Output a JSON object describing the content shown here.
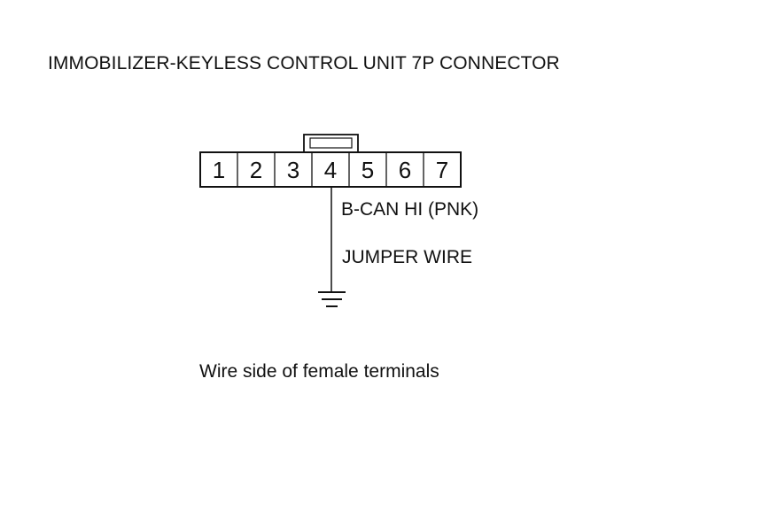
{
  "diagram": {
    "title": "IMMOBILIZER-KEYLESS CONTROL UNIT 7P CONNECTOR",
    "connector": {
      "pins": [
        "1",
        "2",
        "3",
        "4",
        "5",
        "6",
        "7"
      ]
    },
    "wire_label": "B-CAN HI (PNK)",
    "jumper_label": "JUMPER WIRE",
    "caption": "Wire side of female terminals",
    "icons": {
      "ground": "ground-symbol-icon",
      "connector_lock": "connector-lock-tab-icon"
    },
    "colors": {
      "line": "#111111",
      "background": "#ffffff"
    }
  }
}
